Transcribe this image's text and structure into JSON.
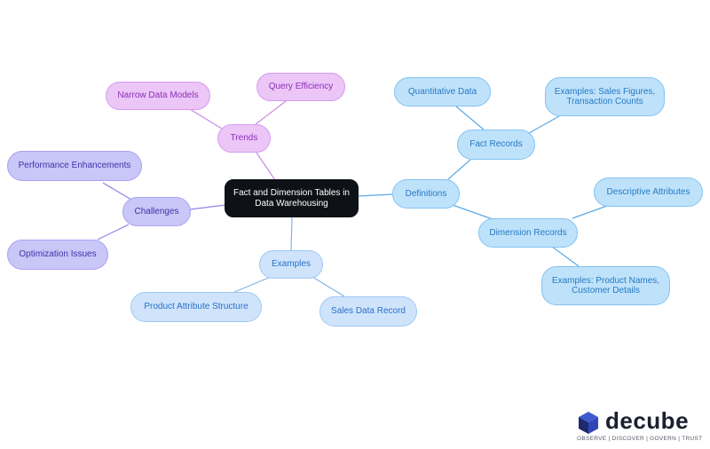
{
  "mindmap": {
    "root": {
      "label": "Fact and Dimension Tables in Data Warehousing"
    },
    "branches": {
      "trends": {
        "label": "Trends",
        "children": [
          "Narrow Data Models",
          "Query Efficiency"
        ]
      },
      "challenges": {
        "label": "Challenges",
        "children": [
          "Performance Enhancements",
          "Optimization Issues"
        ]
      },
      "examples": {
        "label": "Examples",
        "children": [
          "Product Attribute Structure",
          "Sales Data Record"
        ]
      },
      "definitions": {
        "label": "Definitions",
        "fact_records": {
          "label": "Fact Records",
          "children": [
            "Quantitative Data",
            "Examples: Sales Figures, Transaction Counts"
          ]
        },
        "dimension_records": {
          "label": "Dimension Records",
          "children": [
            "Descriptive Attributes",
            "Examples: Product Names, Customer Details"
          ]
        }
      }
    }
  },
  "colors": {
    "root": "#0e1116",
    "trends": "#ebc6f7",
    "challenges": "#c9c6f8",
    "examples": "#cfe4fb",
    "definitions": "#bfe2fb"
  },
  "logo": {
    "wordmark": "decube",
    "tagline": "OBSERVE | DISCOVER | GOVERN | TRUST",
    "icon": "decube-cube-logo-icon"
  }
}
